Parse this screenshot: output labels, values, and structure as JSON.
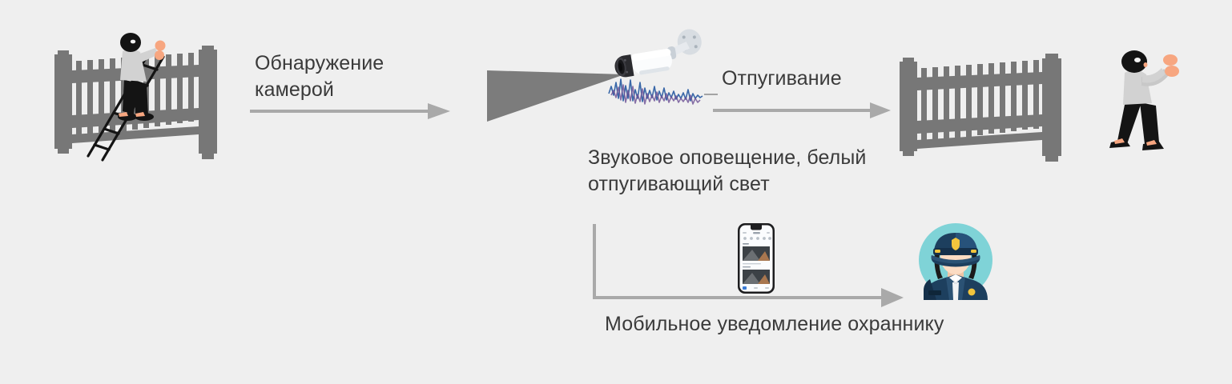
{
  "diagram": {
    "background_color": "#efefef",
    "title_absent": true,
    "steps": [
      {
        "id": "intrusion",
        "icon": "fence-intruder-ladder-illustration",
        "description_visible": false
      },
      {
        "id": "detection",
        "label": "Обнаружение\nкамерой",
        "arrow": "arrow-right-detection"
      },
      {
        "id": "camera",
        "icon": "cctv-bullet-camera-icon",
        "secondary_icons": [
          "detection-cone-shape",
          "audio-waveform-icon"
        ],
        "label": "Звуковое оповещение, белый\nотпугивающий свет"
      },
      {
        "id": "deterrence",
        "label": "Отпугивание",
        "arrow": "arrow-right-deterrence"
      },
      {
        "id": "fled",
        "icon": "fence-fleeing-intruder-illustration"
      },
      {
        "id": "notification",
        "label": "Мобильное уведомление охраннику",
        "icon": "smartphone-icon",
        "target_icon": "security-guard-avatar-icon",
        "arrow": "arrow-elbow-notification"
      }
    ],
    "labels": {
      "detection": "Обнаружение\nкамерой",
      "deterrence": "Отпугивание",
      "sound_light": "Звуковое оповещение, белый\nотпугивающий свет",
      "mobile_notification": "Мобильное уведомление охраннику"
    },
    "colors": {
      "background": "#efefef",
      "text": "#3a3a3a",
      "arrow": "#a9a9a9",
      "fence": "#777777",
      "cone": "#7c7c7c",
      "skin": "#f7a680",
      "clothing_top": "#d2d2d2",
      "clothing_bottom": "#121212",
      "guard_circle": "#7fd3d7",
      "guard_uniform": "#1d3f5e",
      "guard_badge": "#f2c53d",
      "waveform_blue": "#2e5fa3",
      "waveform_purple": "#6b4f93"
    }
  }
}
